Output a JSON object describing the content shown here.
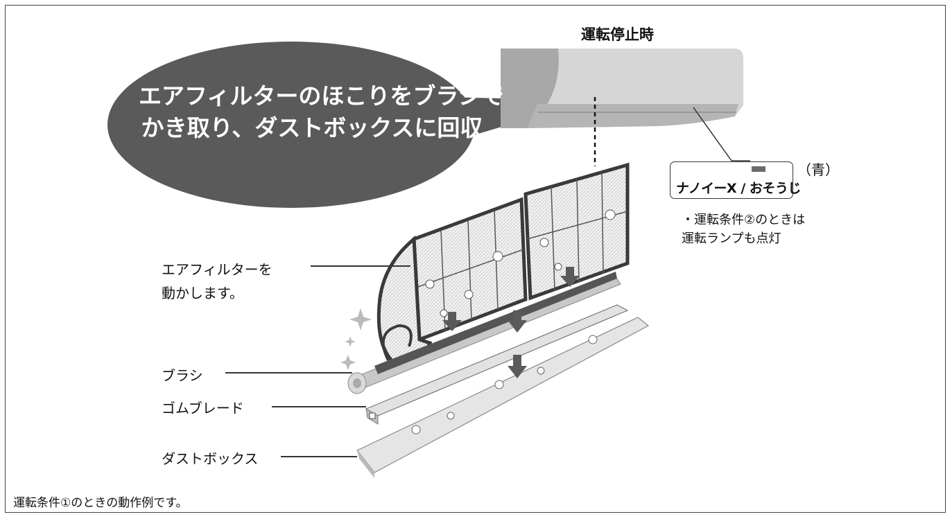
{
  "title": "運転停止時",
  "bubble": {
    "line1": "エアフィルターのほこりをブラシで",
    "line2": "かき取り、ダストボックスに回収"
  },
  "indicator": {
    "label": "ナノイーX / おそうじ",
    "color_note": "（青）",
    "lamp_color": "#6b6b6b"
  },
  "note": "・運転条件②のときは\n運転ランプも点灯",
  "labels": {
    "filter": "エアフィルターを\n動かします。",
    "brush": "ブラシ",
    "blade": "ゴムブレード",
    "dust_box": "ダストボックス"
  },
  "footer": "運転条件①のときの動作例です。",
  "colors": {
    "bubble": "#5a5a5a",
    "unit_body": "#d4d4d4",
    "unit_dark": "#a6a6a6",
    "filter_frame": "#3a3a3a"
  }
}
